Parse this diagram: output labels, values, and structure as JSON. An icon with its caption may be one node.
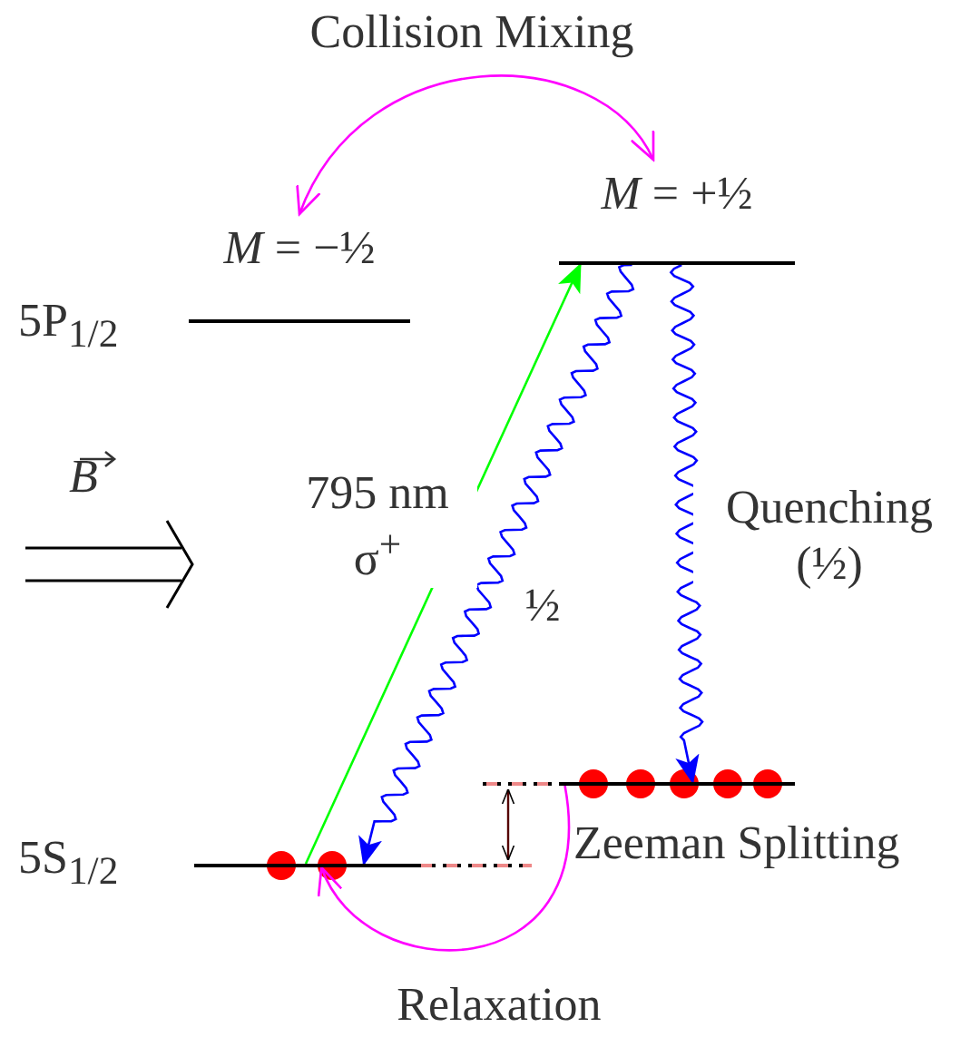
{
  "diagram": {
    "nodes": [
      {
        "text": [
          "*M* = −½"
        ],
        "beside": [
          "5P$_{1/2}$"
        ]
      },
      {
        "text": [
          "*M* = +½"
        ]
      },
      {
        "text": [],
        "shape": "bar",
        "beside": [
          "5S$_{1/2}$"
        ]
      },
      {
        "text": [],
        "shape": "bar"
      }
    ],
    "edges": [
      {
        "from": 1,
        "to": 0,
        "arrow": "both",
        "label": "Collision Mixing",
        "color": "#ff00ff"
      },
      {
        "from": 2,
        "to": 1,
        "arrow": "to",
        "label": "795 nm σ$^{+}$",
        "color": "#00ff00"
      },
      {
        "from": 1,
        "to": 2,
        "arrow": "to",
        "label": "½",
        "color": "#0000ff"
      },
      {
        "from": 1,
        "to": 3,
        "arrow": "to",
        "label": "Quenching (½)",
        "color": "#0000ff"
      },
      {
        "from": 3,
        "to": 2,
        "arrow": "to",
        "label": "Relaxation",
        "color": "#ff00ff"
      }
    ],
    "labels": [
      "B",
      "Zeeman Splitting"
    ]
  }
}
